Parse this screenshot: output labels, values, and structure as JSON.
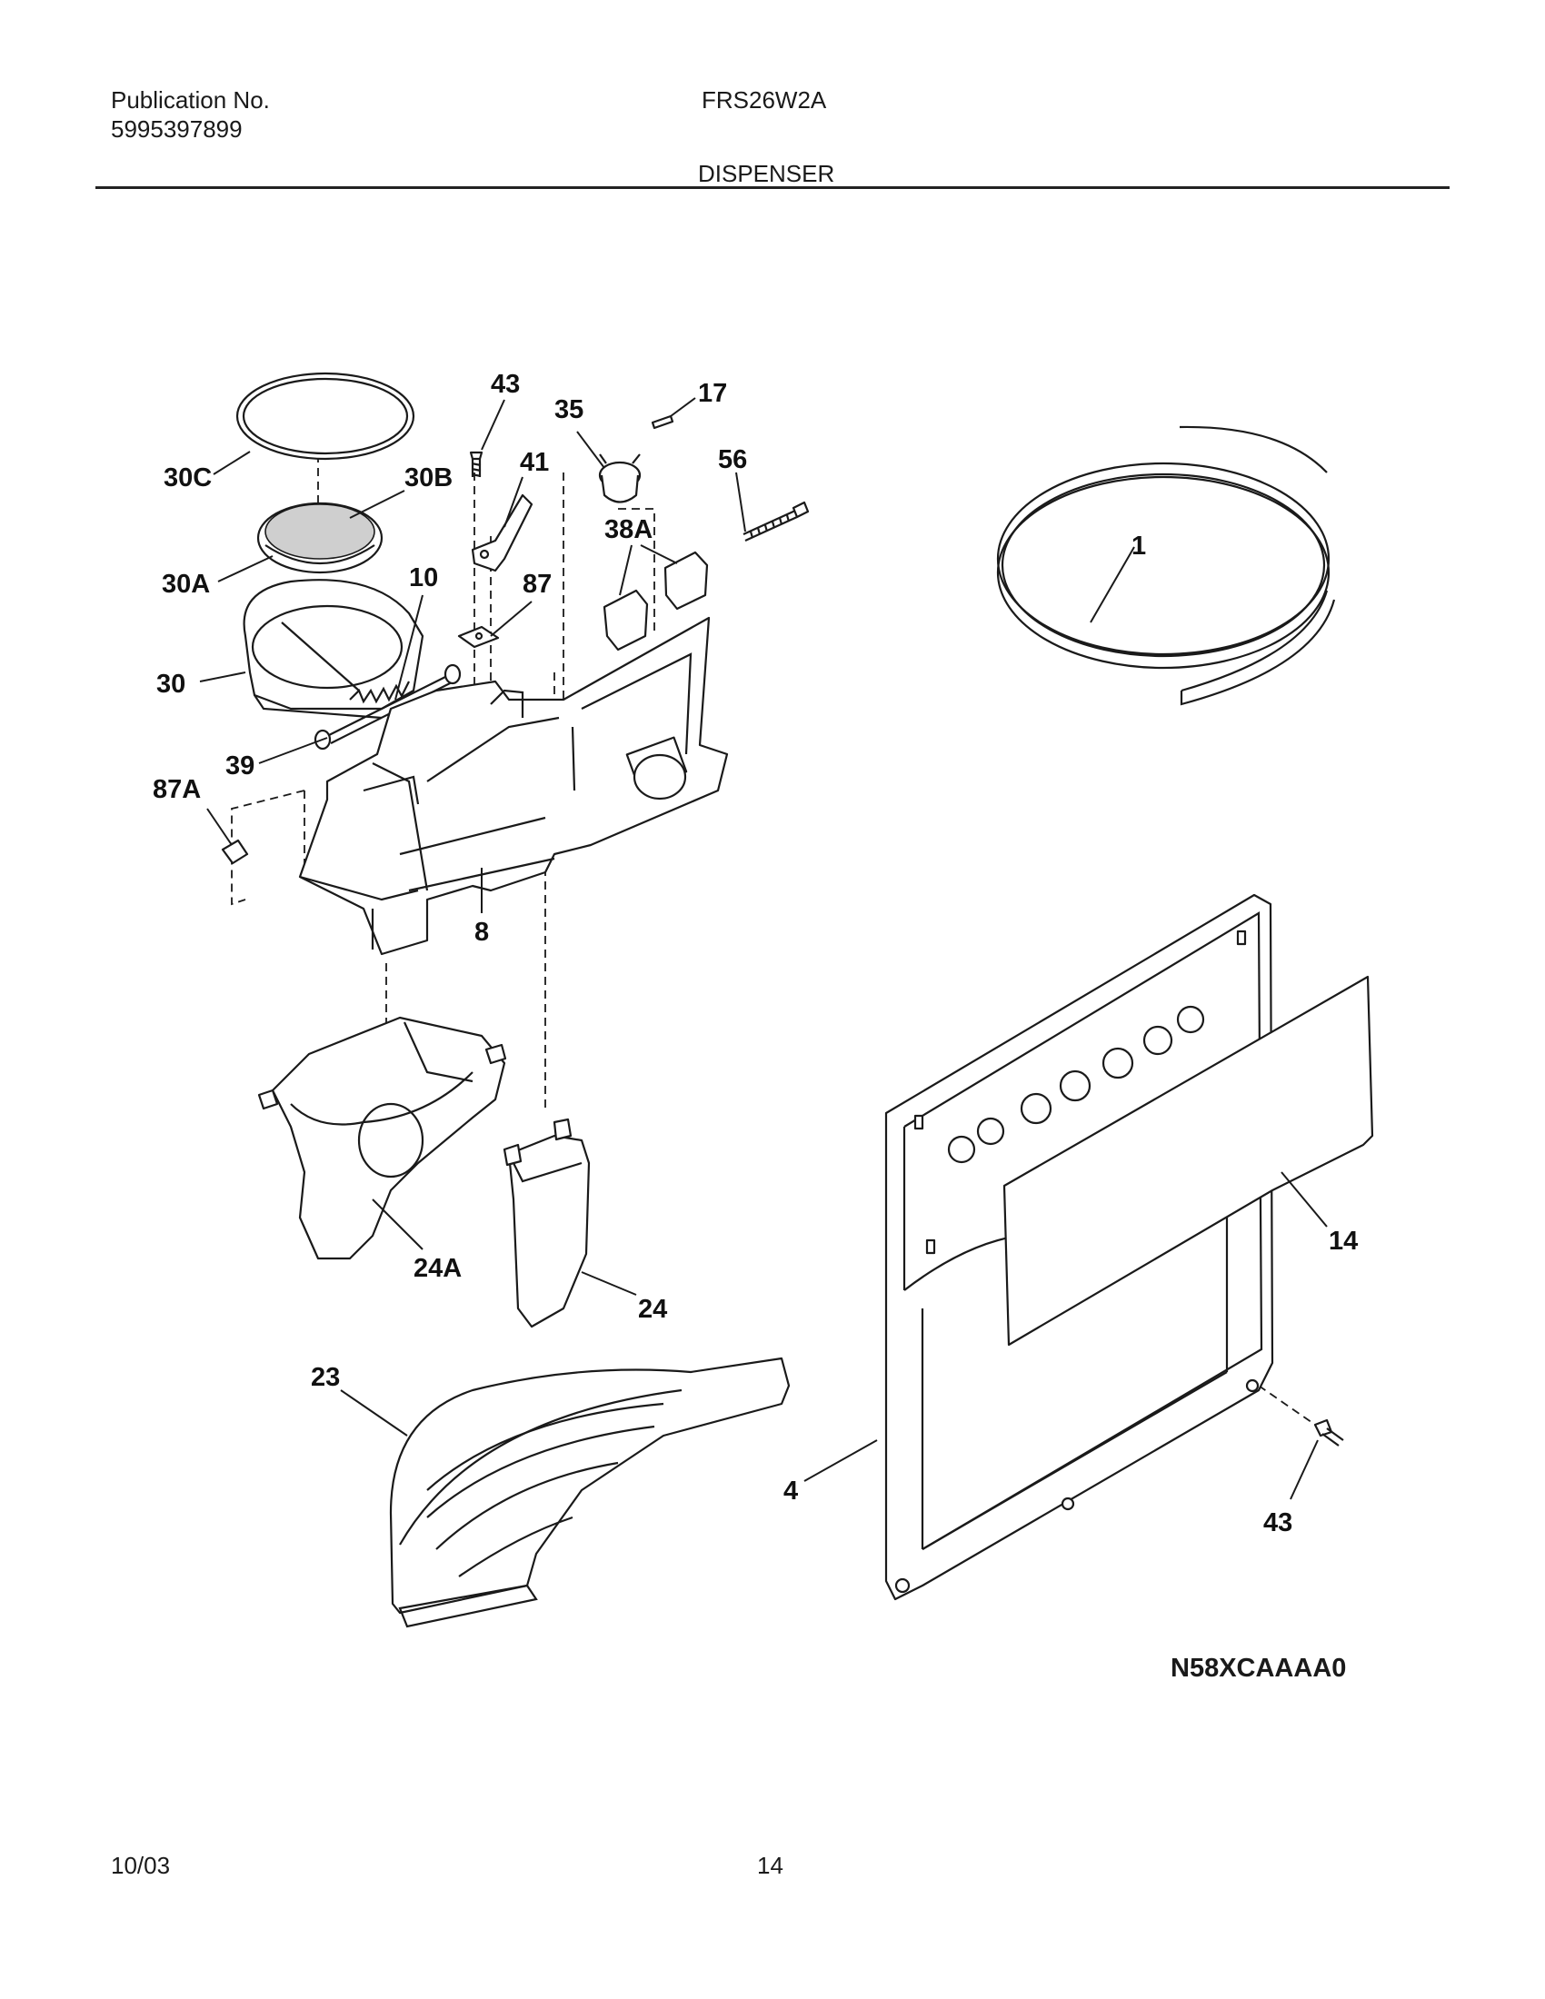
{
  "header": {
    "publication_label": "Publication No.",
    "publication_number": "5995397899",
    "model": "FRS26W2A",
    "section_title": "DISPENSER"
  },
  "callouts": {
    "p30C": "30C",
    "p30B": "30B",
    "p30A": "30A",
    "p30": "30",
    "p10": "10",
    "p39": "39",
    "p87A": "87A",
    "p43_top": "43",
    "p41": "41",
    "p35": "35",
    "p17": "17",
    "p56": "56",
    "p38A": "38A",
    "p87": "87",
    "p8": "8",
    "p1": "1",
    "p24A": "24A",
    "p24": "24",
    "p23": "23",
    "p14": "14",
    "p4": "4",
    "p43_bottom": "43"
  },
  "diagram_code": "N58XCAAAA0",
  "footer": {
    "date": "10/03",
    "page_number": "14"
  }
}
